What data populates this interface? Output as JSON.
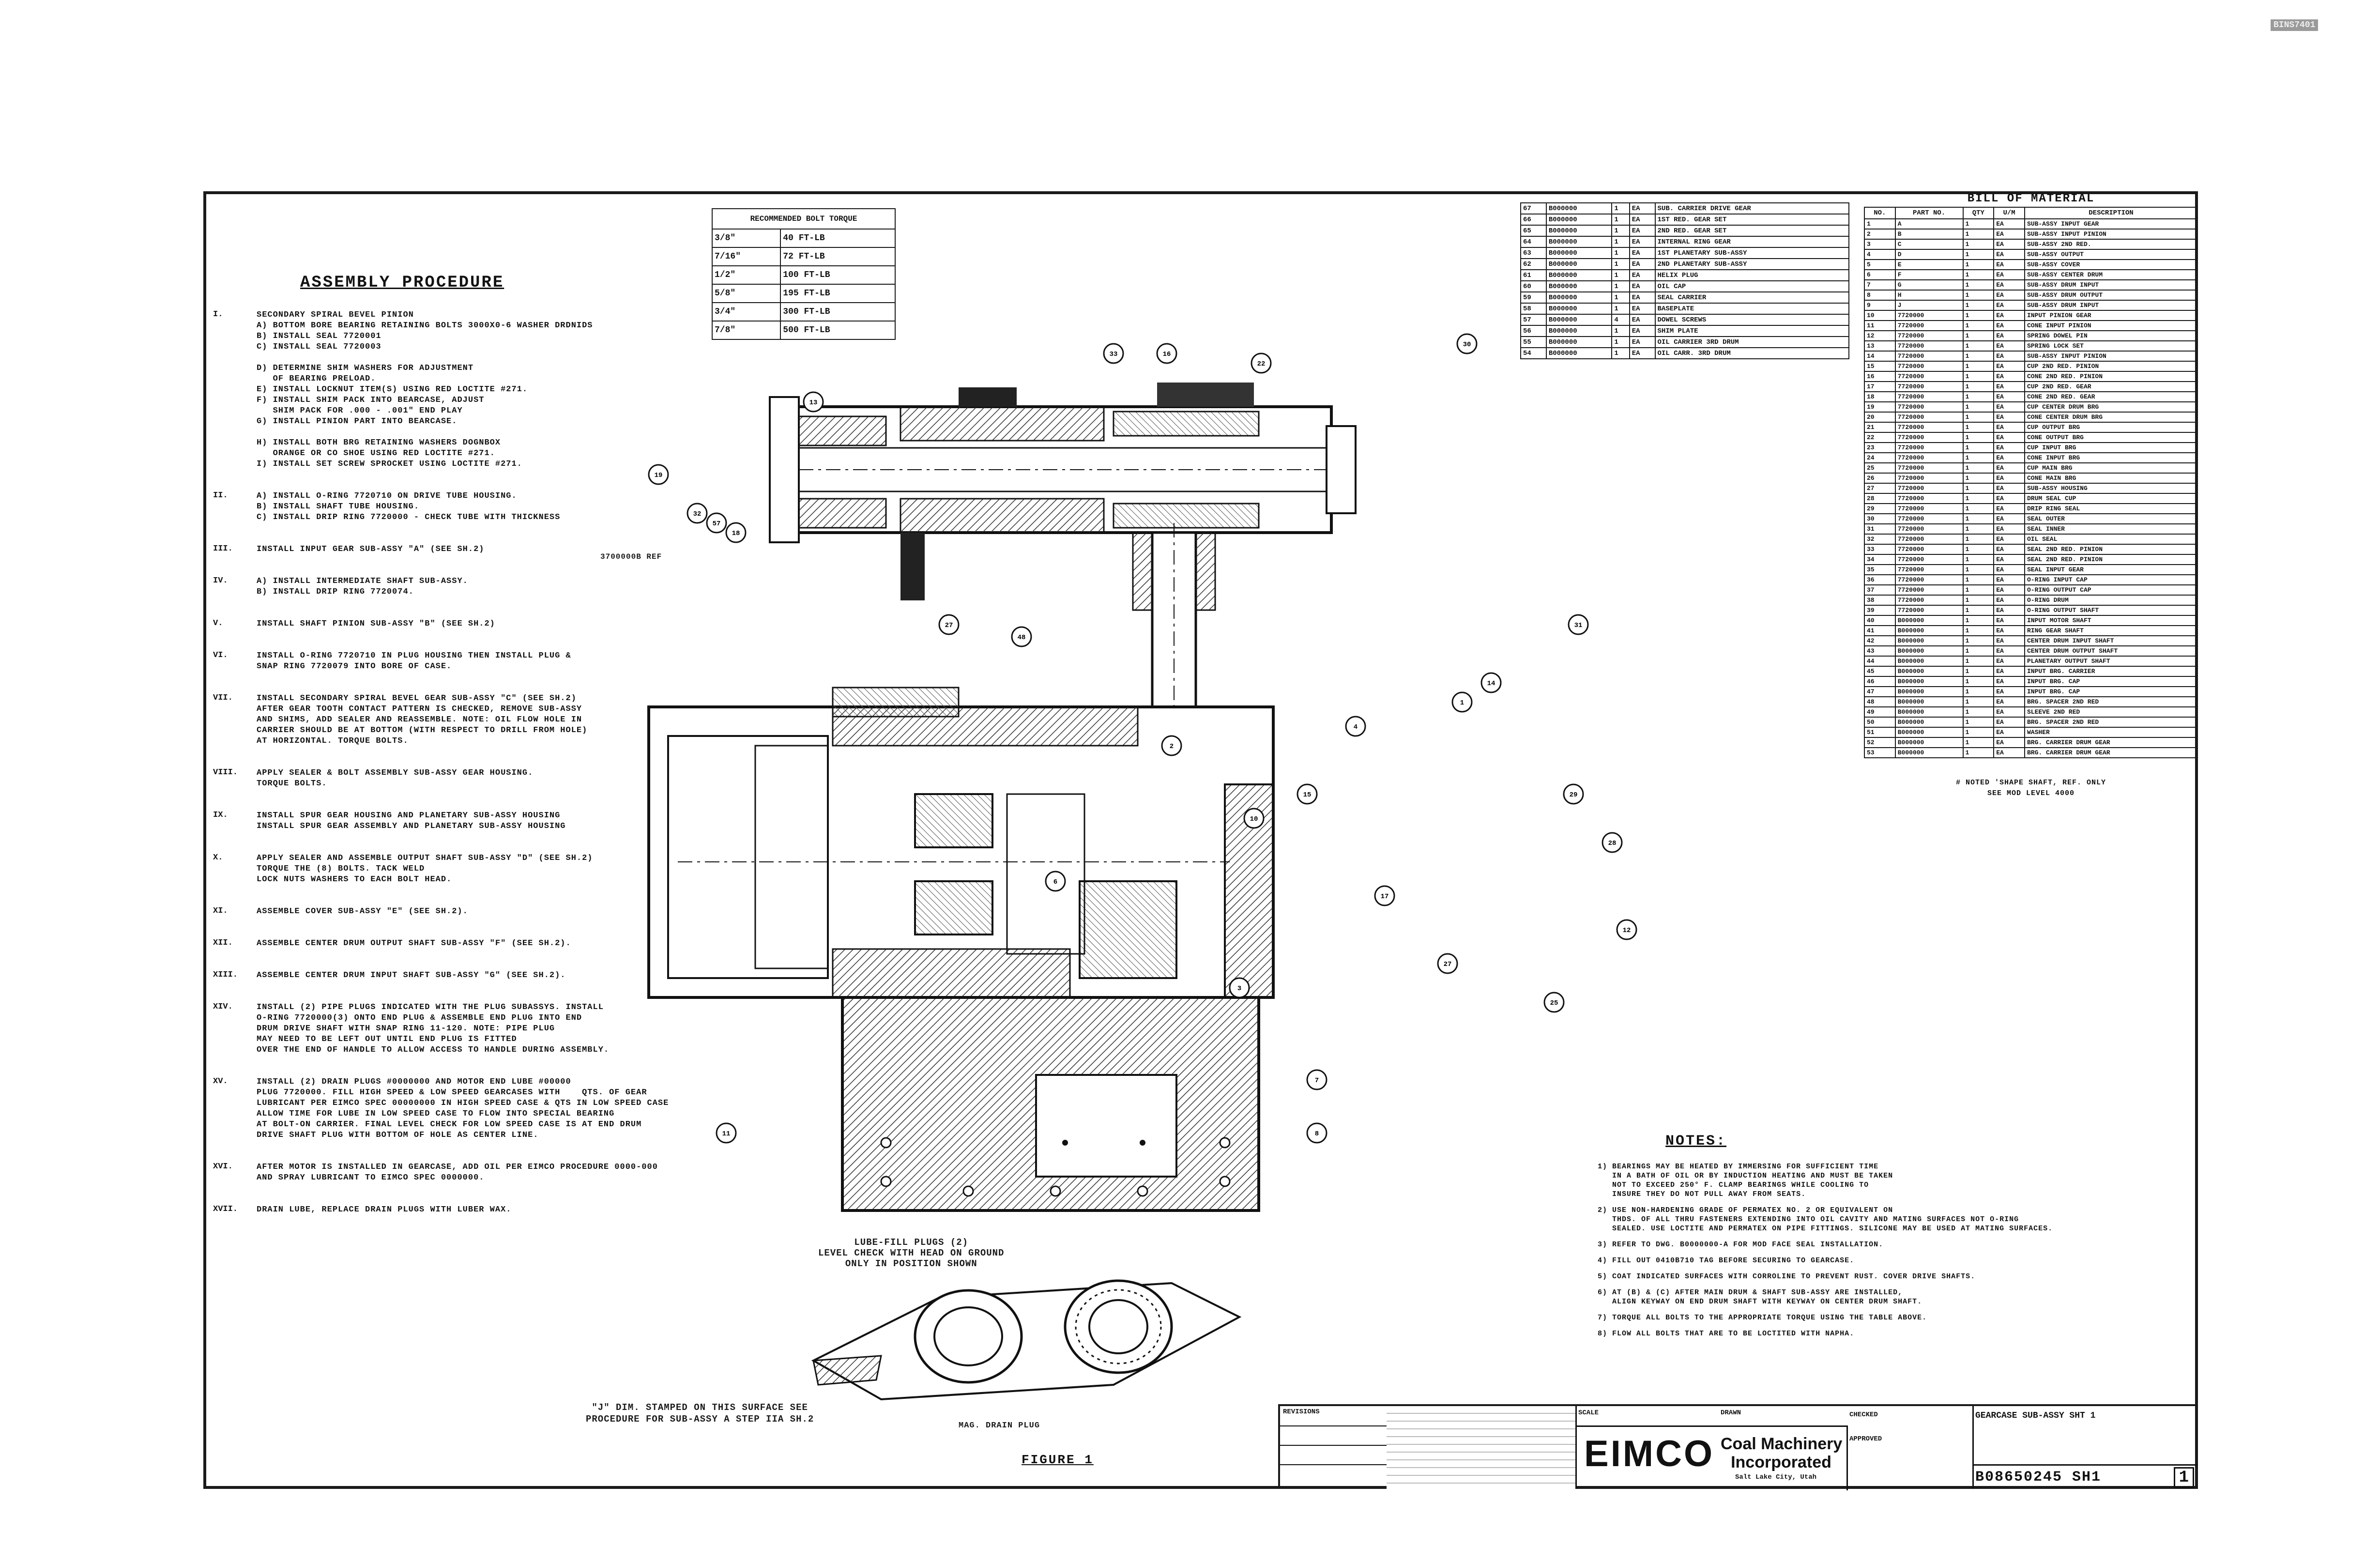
{
  "corner_stamp": "BINS7401",
  "procedure": {
    "title": "ASSEMBLY PROCEDURE",
    "steps": [
      {
        "num": "I.",
        "text": "SECONDARY SPIRAL BEVEL PINION\nA) BOTTOM BORE BEARING RETAINING BOLTS 3000X0-6 WASHER DRDNIDS\nB) INSTALL SEAL 7720001\nC) INSTALL SEAL 7720003\n\nD) DETERMINE SHIM WASHERS FOR ADJUSTMENT\n   OF BEARING PRELOAD.\nE) INSTALL LOCKNUT ITEM(S) USING RED LOCTITE #271.\nF) INSTALL SHIM PACK INTO BEARCASE, ADJUST\n   SHIM PACK FOR .000 - .001\" END PLAY\nG) INSTALL PINION PART INTO BEARCASE.\n\nH) INSTALL BOTH BRG RETAINING WASHERS DOGNBOX\n   ORANGE OR CO SHOE USING RED LOCTITE #271.\nI) INSTALL SET SCREW SPROCKET USING LOCTITE #271."
      },
      {
        "num": "II.",
        "text": "A) INSTALL O-RING 7720710 ON DRIVE TUBE HOUSING.\nB) INSTALL SHAFT TUBE HOUSING.\nC) INSTALL DRIP RING 7720000 - CHECK TUBE WITH THICKNESS"
      },
      {
        "num": "III.",
        "text": "INSTALL INPUT GEAR SUB-ASSY \"A\" (SEE SH.2)"
      },
      {
        "num": "IV.",
        "text": "A) INSTALL INTERMEDIATE SHAFT SUB-ASSY.\nB) INSTALL DRIP RING 7720074."
      },
      {
        "num": "V.",
        "text": "INSTALL SHAFT PINION SUB-ASSY \"B\" (SEE SH.2)"
      },
      {
        "num": "VI.",
        "text": "INSTALL O-RING 7720710 IN PLUG HOUSING THEN INSTALL PLUG &\nSNAP RING 7720079 INTO BORE OF CASE."
      },
      {
        "num": "VII.",
        "text": "INSTALL SECONDARY SPIRAL BEVEL GEAR SUB-ASSY \"C\" (SEE SH.2)\nAFTER GEAR TOOTH CONTACT PATTERN IS CHECKED, REMOVE SUB-ASSY\nAND SHIMS, ADD SEALER AND REASSEMBLE. NOTE: OIL FLOW HOLE IN\nCARRIER SHOULD BE AT BOTTOM (WITH RESPECT TO DRILL FROM HOLE)\nAT HORIZONTAL. TORQUE BOLTS."
      },
      {
        "num": "VIII.",
        "text": "APPLY SEALER & BOLT ASSEMBLY SUB-ASSY GEAR HOUSING.\nTORQUE BOLTS."
      },
      {
        "num": "IX.",
        "text": "INSTALL SPUR GEAR HOUSING AND PLANETARY SUB-ASSY HOUSING\nINSTALL SPUR GEAR ASSEMBLY AND PLANETARY SUB-ASSY HOUSING"
      },
      {
        "num": "X.",
        "text": "APPLY SEALER AND ASSEMBLE OUTPUT SHAFT SUB-ASSY \"D\" (SEE SH.2)\nTORQUE THE (8) BOLTS. TACK WELD\nLOCK NUTS WASHERS TO EACH BOLT HEAD."
      },
      {
        "num": "XI.",
        "text": "ASSEMBLE COVER SUB-ASSY \"E\" (SEE SH.2)."
      },
      {
        "num": "XII.",
        "text": "ASSEMBLE CENTER DRUM OUTPUT SHAFT SUB-ASSY \"F\" (SEE SH.2)."
      },
      {
        "num": "XIII.",
        "text": "ASSEMBLE CENTER DRUM INPUT SHAFT SUB-ASSY \"G\" (SEE SH.2)."
      },
      {
        "num": "XIV.",
        "text": "INSTALL (2) PIPE PLUGS INDICATED WITH THE PLUG SUBASSYS. INSTALL\nO-RING 7720000(3) ONTO END PLUG & ASSEMBLE END PLUG INTO END\nDRUM DRIVE SHAFT WITH SNAP RING 11-120. NOTE: PIPE PLUG\nMAY NEED TO BE LEFT OUT UNTIL END PLUG IS FITTED\nOVER THE END OF HANDLE TO ALLOW ACCESS TO HANDLE DURING ASSEMBLY."
      },
      {
        "num": "XV.",
        "text": "INSTALL (2) DRAIN PLUGS #0000000 AND MOTOR END LUBE #00000\nPLUG 7720000. FILL HIGH SPEED & LOW SPEED GEARCASES WITH    QTS. OF GEAR\nLUBRICANT PER EIMCO SPEC 00000000 IN HIGH SPEED CASE & QTS IN LOW SPEED CASE\nALLOW TIME FOR LUBE IN LOW SPEED CASE TO FLOW INTO SPECIAL BEARING\nAT BOLT-ON CARRIER. FINAL LEVEL CHECK FOR LOW SPEED CASE IS AT END DRUM\nDRIVE SHAFT PLUG WITH BOTTOM OF HOLE AS CENTER LINE."
      },
      {
        "num": "XVI.",
        "text": "AFTER MOTOR IS INSTALLED IN GEARCASE, ADD OIL PER EIMCO PROCEDURE 0000-000\nAND SPRAY LUBRICANT TO EIMCO SPEC 0000000."
      },
      {
        "num": "XVII.",
        "text": "DRAIN LUBE, REPLACE DRAIN PLUGS WITH LUBER WAX."
      }
    ]
  },
  "torque_table": {
    "header": "RECOMMENDED BOLT TORQUE",
    "rows": [
      [
        "3/8\"",
        "40 FT-LB"
      ],
      [
        "7/16\"",
        "72 FT-LB"
      ],
      [
        "1/2\"",
        "100 FT-LB"
      ],
      [
        "5/8\"",
        "195 FT-LB"
      ],
      [
        "3/4\"",
        "300 FT-LB"
      ],
      [
        "7/8\"",
        "500 FT-LB"
      ]
    ]
  },
  "bom_left": {
    "rows": [
      [
        "67",
        "B000000",
        "1",
        "EA",
        "SUB. CARRIER DRIVE GEAR"
      ],
      [
        "66",
        "B000000",
        "1",
        "EA",
        "1ST RED. GEAR SET"
      ],
      [
        "65",
        "B000000",
        "1",
        "EA",
        "2ND RED. GEAR SET"
      ],
      [
        "64",
        "B000000",
        "1",
        "EA",
        "INTERNAL RING GEAR"
      ],
      [
        "63",
        "B000000",
        "1",
        "EA",
        "1ST PLANETARY SUB-ASSY"
      ],
      [
        "62",
        "B000000",
        "1",
        "EA",
        "2ND PLANETARY SUB-ASSY"
      ],
      [
        "61",
        "B000000",
        "1",
        "EA",
        "HELIX PLUG"
      ],
      [
        "60",
        "B000000",
        "1",
        "EA",
        "OIL CAP"
      ],
      [
        "59",
        "B000000",
        "1",
        "EA",
        "SEAL CARRIER"
      ],
      [
        "58",
        "B000000",
        "1",
        "EA",
        "BASEPLATE"
      ],
      [
        "57",
        "B000000",
        "4",
        "EA",
        "DOWEL SCREWS"
      ],
      [
        "56",
        "B000000",
        "1",
        "EA",
        "SHIM PLATE"
      ],
      [
        "55",
        "B000000",
        "1",
        "EA",
        "OIL CARRIER 3RD DRUM"
      ],
      [
        "54",
        "B000000",
        "1",
        "EA",
        "OIL CARR. 3RD DRUM"
      ]
    ]
  },
  "bom_right": {
    "title": "BILL OF MATERIAL",
    "headers": [
      "NO.",
      "PART NO.",
      "QTY",
      "U/M",
      "DESCRIPTION"
    ],
    "rows": [
      [
        "1",
        "A",
        "1",
        "EA",
        "SUB-ASSY INPUT GEAR"
      ],
      [
        "2",
        "B",
        "1",
        "EA",
        "SUB-ASSY INPUT PINION"
      ],
      [
        "3",
        "C",
        "1",
        "EA",
        "SUB-ASSY 2ND RED."
      ],
      [
        "4",
        "D",
        "1",
        "EA",
        "SUB-ASSY OUTPUT"
      ],
      [
        "5",
        "E",
        "1",
        "EA",
        "SUB-ASSY COVER"
      ],
      [
        "6",
        "F",
        "1",
        "EA",
        "SUB-ASSY CENTER DRUM"
      ],
      [
        "7",
        "G",
        "1",
        "EA",
        "SUB-ASSY DRUM INPUT"
      ],
      [
        "8",
        "H",
        "1",
        "EA",
        "SUB-ASSY DRUM OUTPUT"
      ],
      [
        "9",
        "J",
        "1",
        "EA",
        "SUB-ASSY DRUM INPUT"
      ],
      [
        "10",
        "7720000",
        "1",
        "EA",
        "INPUT PINION GEAR"
      ],
      [
        "11",
        "7720000",
        "1",
        "EA",
        "CONE INPUT PINION"
      ],
      [
        "12",
        "7720000",
        "1",
        "EA",
        "SPRING DOWEL PIN"
      ],
      [
        "13",
        "7720000",
        "1",
        "EA",
        "SPRING LOCK SET"
      ],
      [
        "14",
        "7720000",
        "1",
        "EA",
        "SUB-ASSY INPUT PINION"
      ],
      [
        "15",
        "7720000",
        "1",
        "EA",
        "CUP 2ND RED. PINION"
      ],
      [
        "16",
        "7720000",
        "1",
        "EA",
        "CONE 2ND RED. PINION"
      ],
      [
        "17",
        "7720000",
        "1",
        "EA",
        "CUP 2ND RED. GEAR"
      ],
      [
        "18",
        "7720000",
        "1",
        "EA",
        "CONE 2ND RED. GEAR"
      ],
      [
        "19",
        "7720000",
        "1",
        "EA",
        "CUP CENTER DRUM BRG"
      ],
      [
        "20",
        "7720000",
        "1",
        "EA",
        "CONE CENTER DRUM BRG"
      ],
      [
        "21",
        "7720000",
        "1",
        "EA",
        "CUP OUTPUT BRG"
      ],
      [
        "22",
        "7720000",
        "1",
        "EA",
        "CONE OUTPUT BRG"
      ],
      [
        "23",
        "7720000",
        "1",
        "EA",
        "CUP INPUT BRG"
      ],
      [
        "24",
        "7720000",
        "1",
        "EA",
        "CONE INPUT BRG"
      ],
      [
        "25",
        "7720000",
        "1",
        "EA",
        "CUP MAIN BRG"
      ],
      [
        "26",
        "7720000",
        "1",
        "EA",
        "CONE MAIN BRG"
      ],
      [
        "27",
        "7720000",
        "1",
        "EA",
        "SUB-ASSY HOUSING"
      ],
      [
        "28",
        "7720000",
        "1",
        "EA",
        "DRUM SEAL CUP"
      ],
      [
        "29",
        "7720000",
        "1",
        "EA",
        "DRIP RING SEAL"
      ],
      [
        "30",
        "7720000",
        "1",
        "EA",
        "SEAL OUTER"
      ],
      [
        "31",
        "7720000",
        "1",
        "EA",
        "SEAL INNER"
      ],
      [
        "32",
        "7720000",
        "1",
        "EA",
        "OIL SEAL"
      ],
      [
        "33",
        "7720000",
        "1",
        "EA",
        "SEAL 2ND RED. PINION"
      ],
      [
        "34",
        "7720000",
        "1",
        "EA",
        "SEAL 2ND RED. PINION"
      ],
      [
        "35",
        "7720000",
        "1",
        "EA",
        "SEAL INPUT GEAR"
      ],
      [
        "36",
        "7720000",
        "1",
        "EA",
        "O-RING INPUT CAP"
      ],
      [
        "37",
        "7720000",
        "1",
        "EA",
        "O-RING OUTPUT CAP"
      ],
      [
        "38",
        "7720000",
        "1",
        "EA",
        "O-RING DRUM"
      ],
      [
        "39",
        "7720000",
        "1",
        "EA",
        "O-RING OUTPUT SHAFT"
      ],
      [
        "40",
        "B000000",
        "1",
        "EA",
        "INPUT MOTOR SHAFT"
      ],
      [
        "41",
        "B000000",
        "1",
        "EA",
        "RING GEAR SHAFT"
      ],
      [
        "42",
        "B000000",
        "1",
        "EA",
        "CENTER DRUM INPUT SHAFT"
      ],
      [
        "43",
        "B000000",
        "1",
        "EA",
        "CENTER DRUM OUTPUT SHAFT"
      ],
      [
        "44",
        "B000000",
        "1",
        "EA",
        "PLANETARY OUTPUT SHAFT"
      ],
      [
        "45",
        "B000000",
        "1",
        "EA",
        "INPUT BRG. CARRIER"
      ],
      [
        "46",
        "B000000",
        "1",
        "EA",
        "INPUT BRG. CAP"
      ],
      [
        "47",
        "B000000",
        "1",
        "EA",
        "INPUT BRG. CAP"
      ],
      [
        "48",
        "B000000",
        "1",
        "EA",
        "BRG. SPACER 2ND RED"
      ],
      [
        "49",
        "B000000",
        "1",
        "EA",
        "SLEEVE 2ND RED"
      ],
      [
        "50",
        "B000000",
        "1",
        "EA",
        "BRG. SPACER 2ND RED"
      ],
      [
        "51",
        "B000000",
        "1",
        "EA",
        "WASHER"
      ],
      [
        "52",
        "B000000",
        "1",
        "EA",
        "BRG. CARRIER DRUM GEAR"
      ],
      [
        "53",
        "B000000",
        "1",
        "EA",
        "BRG. CARRIER DRUM GEAR"
      ]
    ],
    "footnote": "# NOTED 'SHAPE SHAFT, REF. ONLY\nSEE MOD LEVEL 4000"
  },
  "notes": {
    "title": "NOTES:",
    "items": [
      "1) BEARINGS MAY BE HEATED BY IMMERSING FOR SUFFICIENT TIME\n   IN A BATH OF OIL OR BY INDUCTION HEATING AND MUST BE TAKEN\n   NOT TO EXCEED 250° F. CLAMP BEARINGS WHILE COOLING TO\n   INSURE THEY DO NOT PULL AWAY FROM SEATS.",
      "2) USE NON-HARDENING GRADE OF PERMATEX NO. 2 OR EQUIVALENT ON\n   THDS. OF ALL THRU FASTENERS EXTENDING INTO OIL CAVITY AND MATING SURFACES NOT O-RING\n   SEALED. USE LOCTITE AND PERMATEX ON PIPE FITTINGS. SILICONE MAY BE USED AT MATING SURFACES.",
      "3) REFER TO DWG. B0000000-A FOR MOD FACE SEAL INSTALLATION.",
      "4) FILL OUT 0410B710 TAG BEFORE SECURING TO GEARCASE.",
      "5) COAT INDICATED SURFACES WITH CORROLINE TO PREVENT RUST. COVER DRIVE SHAFTS.",
      "6) AT (B) & (C) AFTER MAIN DRUM & SHAFT SUB-ASSY ARE INSTALLED,\n   ALIGN KEYWAY ON END DRUM SHAFT WITH KEYWAY ON CENTER DRUM SHAFT.",
      "7) TORQUE ALL BOLTS TO THE APPROPRIATE TORQUE USING THE TABLE ABOVE.",
      "8) FLOW ALL BOLTS THAT ARE TO BE LOCTITED WITH NAPHA."
    ]
  },
  "drawing": {
    "ref_label": "3700000B REF",
    "lube_label": "LUBE-FILL PLUGS (2)\nLEVEL CHECK WITH HEAD ON GROUND\nONLY IN POSITION SHOWN",
    "stamp_note": "\"J\" DIM. STAMPED ON THIS SURFACE SEE\nPROCEDURE FOR SUB-ASSY A STEP IIA SH.2",
    "drain_label": "MAG. DRAIN PLUG",
    "figure_label": "FIGURE 1",
    "balloons": [
      "13",
      "33",
      "16",
      "22",
      "30",
      "19",
      "57",
      "18",
      "32",
      "27",
      "48",
      "31",
      "14",
      "1",
      "4",
      "2",
      "15",
      "29",
      "28",
      "10",
      "17",
      "12",
      "3",
      "25",
      "7",
      "8",
      "11",
      "6",
      "27"
    ]
  },
  "title_block": {
    "company_logo": "EIMCO",
    "company_name": "Coal Machinery\nIncorporated",
    "company_sub": "Salt Lake City, Utah",
    "dwg_title": "GEARCASE SUB-ASSY SHT 1",
    "dwg_number": "B08650245 SH1",
    "sheet": "1",
    "drawn": "DRAWN",
    "checked": "CHECKED",
    "approved": "APPROVED",
    "scale": "SCALE",
    "revisions": "REVISIONS"
  }
}
